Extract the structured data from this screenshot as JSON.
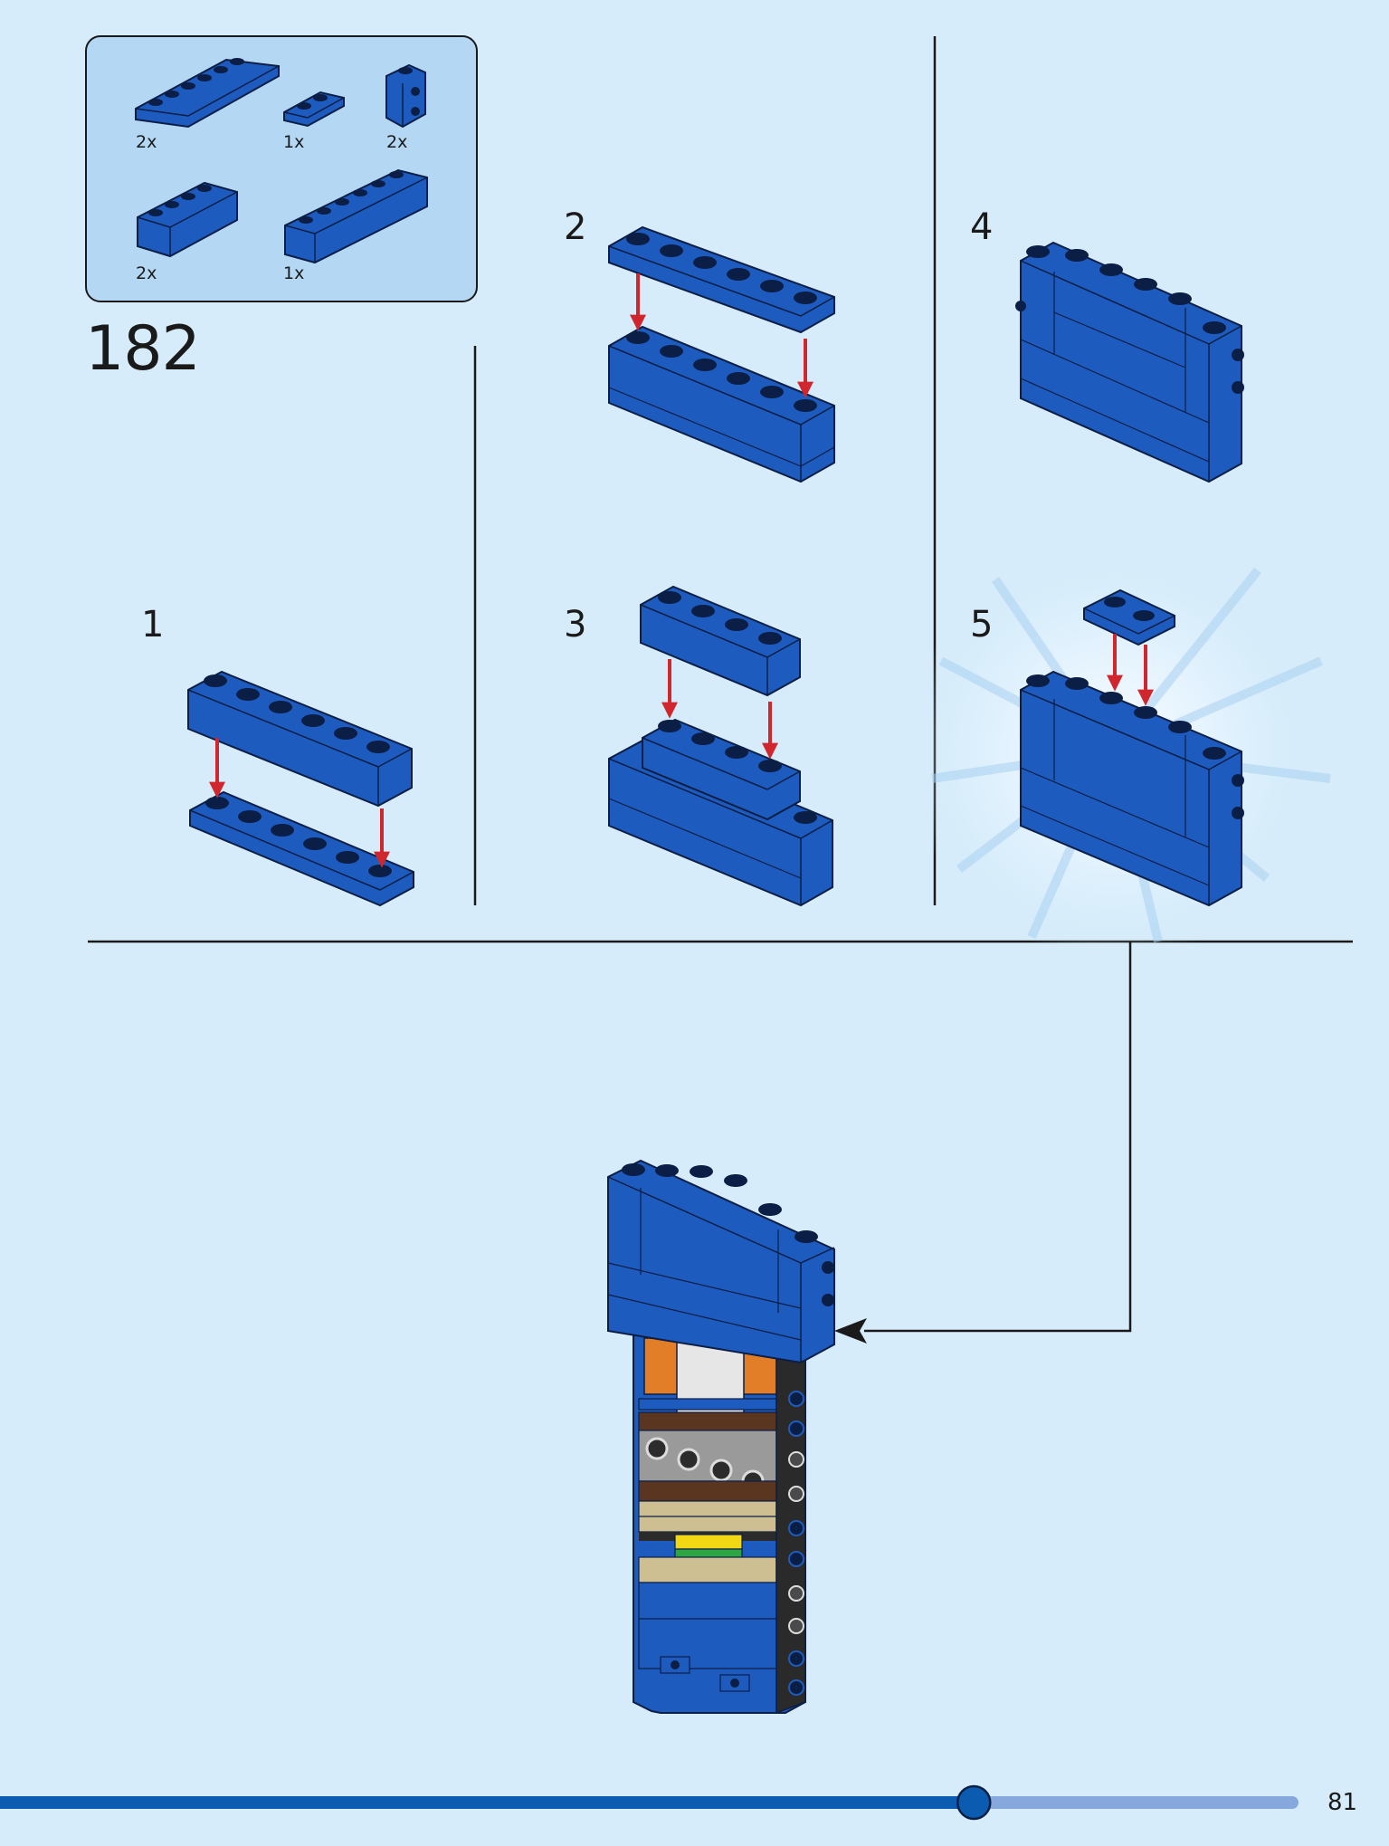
{
  "instruction": {
    "set_number": "182",
    "steps": [
      {
        "number": "1"
      },
      {
        "number": "2"
      },
      {
        "number": "3"
      },
      {
        "number": "4"
      },
      {
        "number": "5"
      }
    ],
    "parts_list": [
      {
        "quantity": "2x"
      },
      {
        "quantity": "1x"
      },
      {
        "quantity": "2x"
      },
      {
        "quantity": "2x"
      },
      {
        "quantity": "1x"
      }
    ]
  },
  "footer": {
    "page_number": "81",
    "progress_fraction": 0.75
  },
  "colors": {
    "background": "#d6ecfa",
    "brick_blue": "#1e5bbf",
    "brick_dark": "#0b1e45",
    "arrow_red": "#d0262e",
    "parts_panel": "#b4d7f4",
    "progress_done": "#0b5cb0",
    "progress_remaining": "#86a8dc"
  }
}
